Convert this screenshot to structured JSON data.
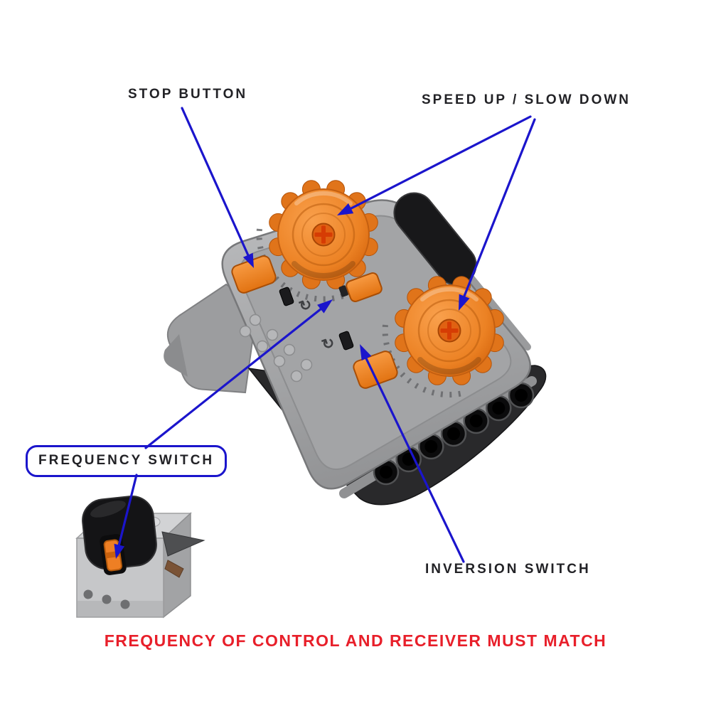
{
  "labels": {
    "stop": "STOP BUTTON",
    "speed": "SPEED UP / SLOW DOWN",
    "frequency": "FREQUENCY SWITCH",
    "inversion": "INVERSION SWITCH",
    "warning": "FREQUENCY OF CONTROL AND RECEIVER MUST MATCH"
  },
  "glyphs": {
    "rotation_cw": "↻"
  },
  "colors": {
    "arrow_blue": "#1b15cc",
    "label_dark": "#222226",
    "warning_red": "#e81f2a",
    "dial_orange": "#ee8126",
    "remote_gray": "#aeafb1",
    "housing_black": "#232325",
    "receiver_gray": "#c6c7c9"
  }
}
